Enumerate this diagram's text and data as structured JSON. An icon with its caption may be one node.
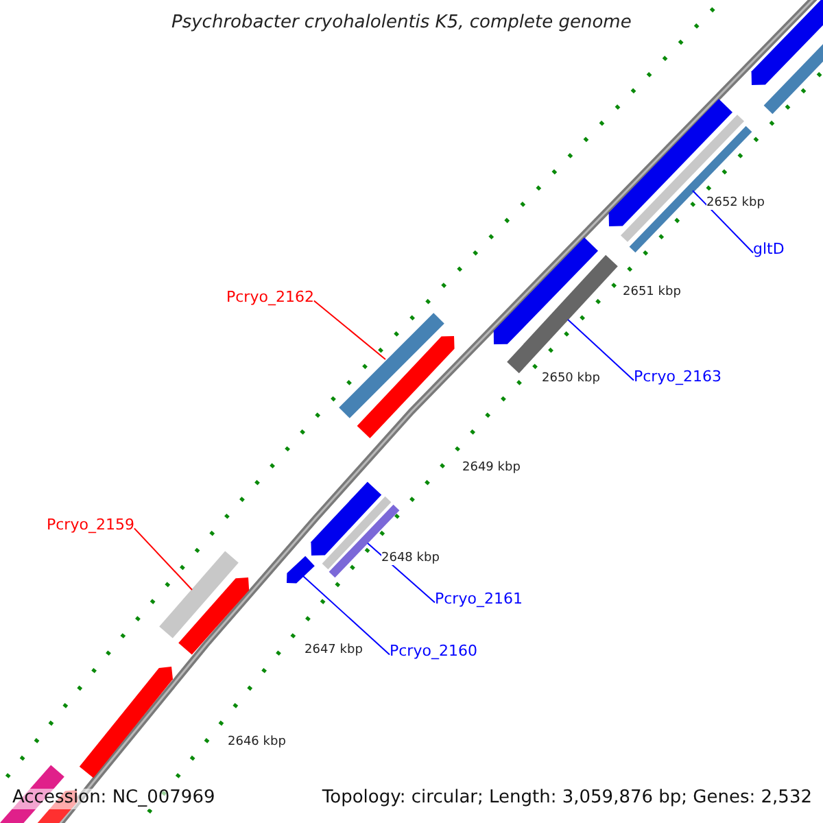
{
  "diagram": {
    "title": "Psychrobacter cryohalolentis K5, complete genome",
    "nodes": [
      {
        "text": [
          "gltD"
        ]
      },
      {
        "text": [],
        "shape": "bar"
      },
      {
        "text": [
          "Pcryo_2162"
        ]
      },
      {
        "text": [],
        "shape": "bar"
      },
      {
        "text": [
          "Pcryo_2163"
        ]
      },
      {
        "text": [],
        "shape": "bar"
      },
      {
        "text": [
          "Pcryo_2159"
        ]
      },
      {
        "text": [],
        "shape": "bar"
      },
      {
        "text": [
          "Pcryo_2161"
        ]
      },
      {
        "text": [],
        "shape": "bar"
      },
      {
        "text": [
          "Pcryo_2160"
        ]
      },
      {
        "text": [],
        "shape": "bar"
      },
      {
        "text": [],
        "shape": "bar"
      },
      {
        "text": [],
        "shape": "bar"
      },
      {
        "text": [],
        "shape": "bar"
      },
      {
        "text": [],
        "shape": "bar"
      },
      {
        "text": [],
        "shape": "bar"
      },
      {
        "text": [],
        "shape": "bar"
      },
      {
        "text": [],
        "shape": "bar"
      },
      {
        "text": [],
        "shape": "bar"
      },
      {
        "text": [],
        "shape": "bar"
      },
      {
        "text": [],
        "shape": "bar"
      },
      {
        "text": [],
        "shape": "bar"
      },
      {
        "text": [],
        "shape": "bar"
      }
    ],
    "edges": [
      {
        "from": 0,
        "to": 1,
        "arrow": "none"
      },
      {
        "from": 2,
        "to": 3,
        "arrow": "none",
        "color": "#ff0000"
      },
      {
        "from": 4,
        "to": 5,
        "arrow": "none"
      },
      {
        "from": 6,
        "to": 7,
        "arrow": "none",
        "color": "#ff0000"
      },
      {
        "from": 8,
        "to": 9,
        "arrow": "none"
      },
      {
        "from": 10,
        "to": 11,
        "arrow": "none"
      }
    ],
    "labels": [
      "2652 kbp",
      "2651 kbp",
      "2650 kbp",
      "2649 kbp",
      "2648 kbp",
      "2647 kbp",
      "2646 kbp",
      "Accession: NC_007969",
      "Topology: circular; Length: 3,059,876 bp; Genes: 2,532"
    ]
  }
}
